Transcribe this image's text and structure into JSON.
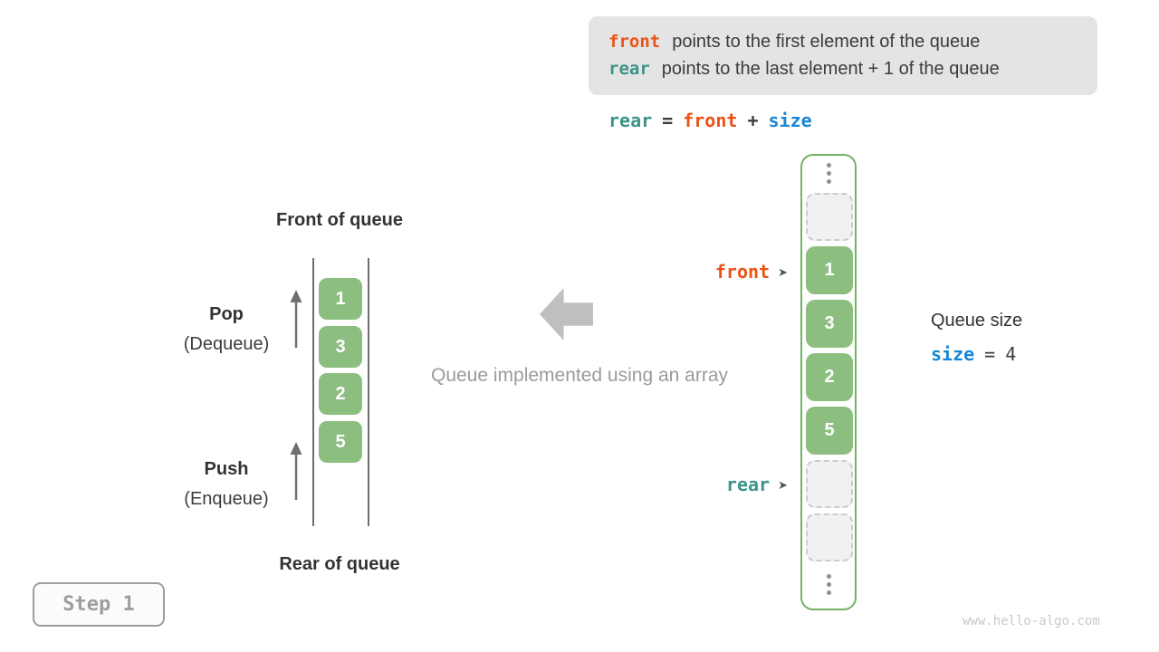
{
  "colors": {
    "orange": "#EA5315",
    "teal": "#3C9388",
    "blue": "#1786D6",
    "green_cell": "#8CBE80",
    "green_border": "#72B262",
    "info_box_bg": "#E4E4E4",
    "dark_text": "#3C3C3C",
    "muted_gray": "#9B9B9B"
  },
  "info_box": {
    "line1": {
      "keyword": "front",
      "text": "points to the first element of the queue"
    },
    "line2": {
      "keyword": "rear",
      "text": "points to the last element + 1 of the queue"
    }
  },
  "formula": {
    "lhs": "rear",
    "eq": "=",
    "op1": "front",
    "plus": "+",
    "op2": "size"
  },
  "left_diagram": {
    "front_label": "Front of queue",
    "rear_label": "Rear of queue",
    "pop": {
      "label": "Pop",
      "sub": "(Dequeue)"
    },
    "push": {
      "label": "Push",
      "sub": "(Enqueue)"
    },
    "cells": [
      "1",
      "3",
      "2",
      "5"
    ]
  },
  "center": {
    "caption": "Queue implemented using an array"
  },
  "array_diagram": {
    "front_pointer": "front",
    "rear_pointer": "rear",
    "pointer_glyph": "➤",
    "cells": [
      "1",
      "3",
      "2",
      "5"
    ]
  },
  "queue_size": {
    "title": "Queue size",
    "variable": "size",
    "eq": "=",
    "value": "4"
  },
  "step_badge": {
    "label": "Step 1"
  },
  "watermark": "www.hello-algo.com"
}
